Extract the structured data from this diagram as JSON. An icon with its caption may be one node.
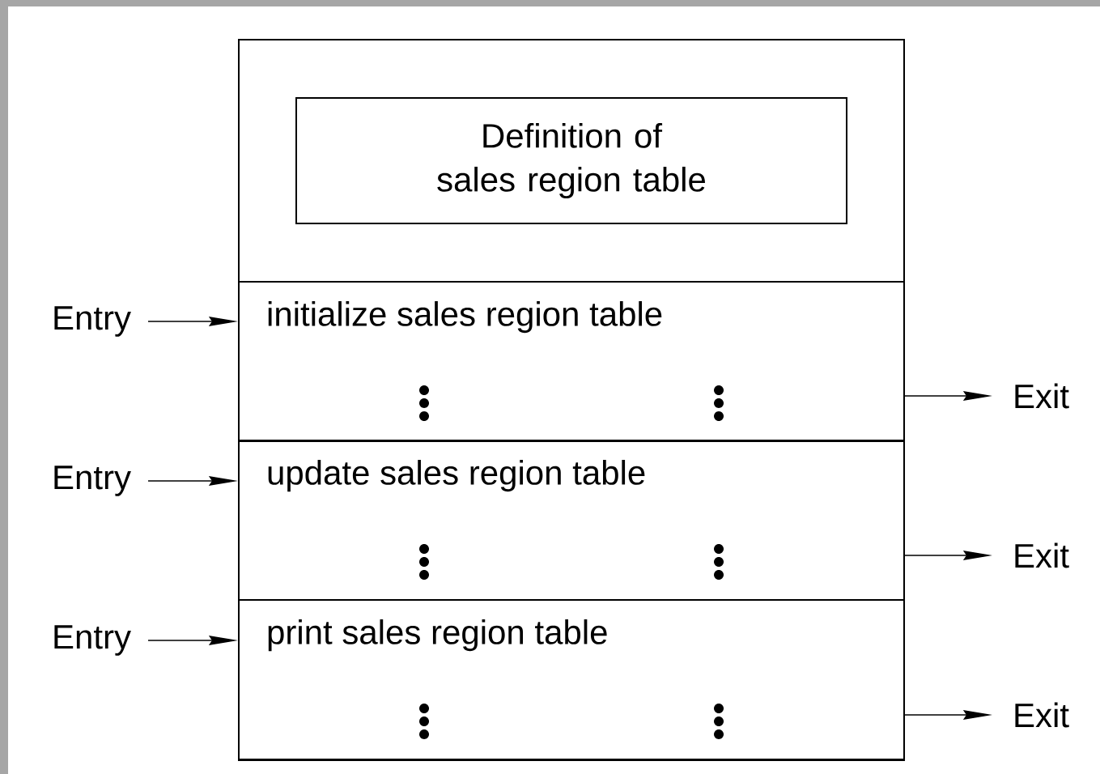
{
  "diagram": {
    "nodes": [
      {
        "text": [],
        "shape": "box"
      },
      {
        "text": [
          "Definition of sales region table"
        ],
        "in": 0
      },
      {
        "text": [
          "initialize sales region table"
        ],
        "in": 0
      },
      {
        "text": [
          "update sales region table"
        ],
        "in": 0
      },
      {
        "text": [
          "print sales region table"
        ],
        "in": 0
      },
      {
        "text": [
          "Entry"
        ]
      },
      {
        "text": [
          "Entry"
        ]
      },
      {
        "text": [
          "Entry"
        ]
      },
      {
        "text": [
          "Exit"
        ]
      },
      {
        "text": [
          "Exit"
        ]
      },
      {
        "text": [
          "Exit"
        ]
      }
    ],
    "edges": [
      {
        "from": 5,
        "to": 2,
        "arrow": "to"
      },
      {
        "from": 6,
        "to": 3,
        "arrow": "to"
      },
      {
        "from": 7,
        "to": 4,
        "arrow": "to"
      },
      {
        "from": 2,
        "to": 8,
        "arrow": "to"
      },
      {
        "from": 3,
        "to": 9,
        "arrow": "to"
      },
      {
        "from": 4,
        "to": 10,
        "arrow": "to"
      }
    ]
  }
}
